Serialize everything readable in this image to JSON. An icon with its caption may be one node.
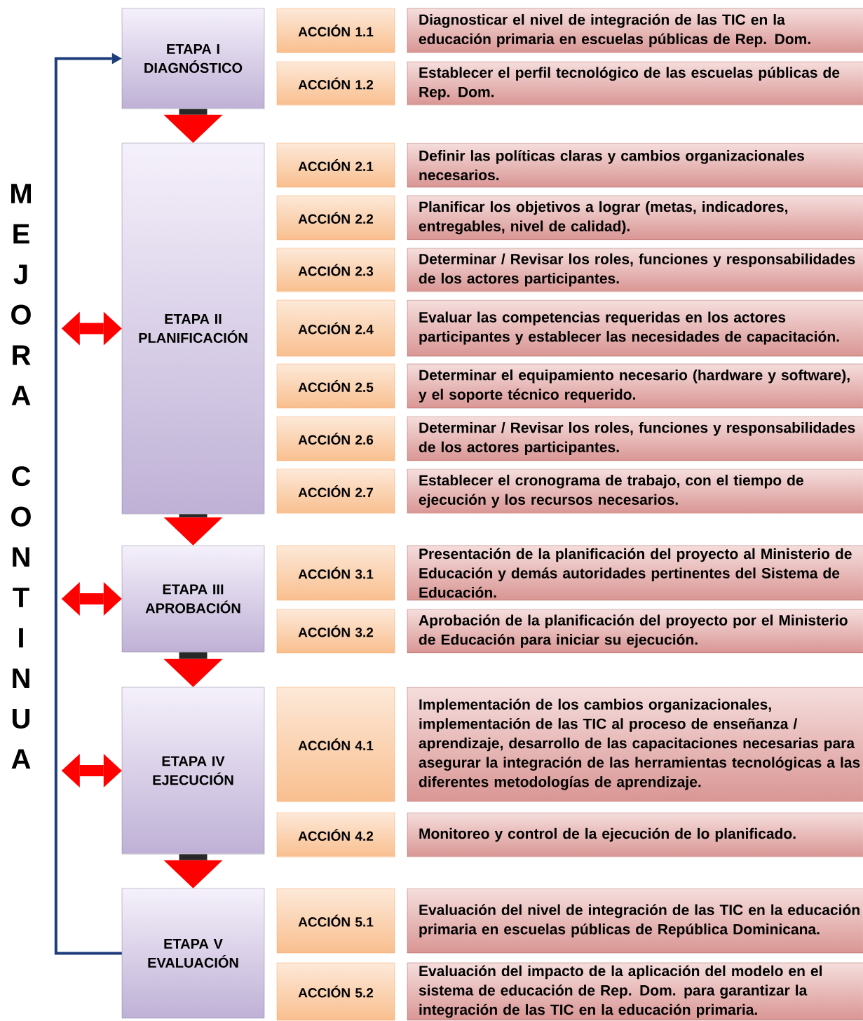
{
  "diagram": {
    "nodes": [
      {
        "text": [
          "ETAPA I DIAGNÓSTICO"
        ]
      },
      {
        "text": [
          "ACCIÓN 1.1"
        ]
      },
      {
        "text": [
          "Diagnosticar el nivel de integración de las TIC en la educación primaria en escuelas públicas de Rep. Dom."
        ]
      },
      {
        "text": [
          "ACCIÓN 1.2"
        ]
      },
      {
        "text": [
          "Establecer el perfil tecnológico de las escuelas públicas de Rep. Dom."
        ]
      },
      {
        "text": [
          "ETAPA II PLANIFICACIÓN"
        ]
      },
      {
        "text": [
          "ACCIÓN 2.1"
        ]
      },
      {
        "text": [
          "Definir las políticas claras y cambios organizacionales necesarios."
        ]
      },
      {
        "text": [
          "ACCIÓN 2.2"
        ]
      },
      {
        "text": [
          "Planificar los objetivos a lograr (metas, indicadores, entregables, nivel de calidad)."
        ]
      },
      {
        "text": [
          "ACCIÓN 2.3"
        ]
      },
      {
        "text": [
          "Determinar / Revisar los roles, funciones y responsabilidades de los actores participantes."
        ]
      },
      {
        "text": [
          "ACCIÓN 2.4"
        ]
      },
      {
        "text": [
          "Evaluar las competencias requeridas en los actores participantes y establecer las necesidades de capacitación."
        ]
      },
      {
        "text": [
          "ACCIÓN 2.5"
        ]
      },
      {
        "text": [
          "Determinar el equipamiento necesario (hardware y software), y el soporte técnico requerido."
        ]
      },
      {
        "text": [
          "ACCIÓN 2.6"
        ]
      },
      {
        "text": [
          "Determinar / Revisar los roles, funciones y responsabilidades de los actores participantes."
        ]
      },
      {
        "text": [
          "ACCIÓN 2.7"
        ]
      },
      {
        "text": [
          "Establecer el cronograma de trabajo, con el tiempo de ejecución y los recursos necesarios."
        ]
      },
      {
        "text": [
          "ETAPA III APROBACIÓN"
        ]
      },
      {
        "text": [
          "ACCIÓN 3.1"
        ]
      },
      {
        "text": [
          "Presentación de la planificación del proyecto al Ministerio de Educación y demás autoridades pertinentes del Sistema de Educación."
        ]
      },
      {
        "text": [
          "ACCIÓN 3.2"
        ]
      },
      {
        "text": [
          "Aprobación de la planificación del proyecto por el Ministerio de Educación para iniciar su ejecución."
        ]
      },
      {
        "text": [
          "ETAPA IV EJECUCIÓN"
        ]
      },
      {
        "text": [
          "ACCIÓN 4.1"
        ]
      },
      {
        "text": [
          "Implementación de los cambios organizacionales, implementación de las TIC al proceso de enseñanza / aprendizaje, desarrollo de las capacitaciones necesarias para asegurar la integración de las herramientas tecnológicas a las diferentes metodologías de aprendizaje."
        ]
      },
      {
        "text": [
          "ACCIÓN 4.2"
        ]
      },
      {
        "text": [
          "Monitoreo y control de la ejecución de lo planificado."
        ]
      },
      {
        "text": [
          "ETAPA V EVALUACIÓN"
        ]
      },
      {
        "text": [
          "ACCIÓN 5.1"
        ]
      },
      {
        "text": [
          "Evaluación del nivel de integración de las TIC en la educación primaria en escuelas públicas de República Dominicana."
        ]
      },
      {
        "text": [
          "ACCIÓN 5.2"
        ]
      },
      {
        "text": [
          "Evaluación del impacto de la aplicación del modelo en el sistema de educación de Rep. Dom. para garantizar la integración de las TIC en la educación primaria."
        ]
      }
    ],
    "edges": [
      {
        "from": 30,
        "to": 0,
        "arrow": "to",
        "color": "#1f3d7a"
      },
      {
        "from": 0,
        "to": 5,
        "arrow": "to",
        "style": "thick"
      },
      {
        "from": 5,
        "to": 20,
        "arrow": "to",
        "style": "thick"
      },
      {
        "from": 20,
        "to": 25,
        "arrow": "to",
        "style": "thick"
      },
      {
        "from": 25,
        "to": 30,
        "arrow": "to",
        "style": "thick"
      },
      {
        "from": null,
        "to": 5,
        "arrow": "both",
        "color": "#ff0000"
      },
      {
        "from": null,
        "to": 20,
        "arrow": "both",
        "color": "#ff0000"
      },
      {
        "from": null,
        "to": 25,
        "arrow": "both",
        "color": "#ff0000"
      }
    ],
    "labels": [
      "MEJORA CONTINUA"
    ]
  }
}
